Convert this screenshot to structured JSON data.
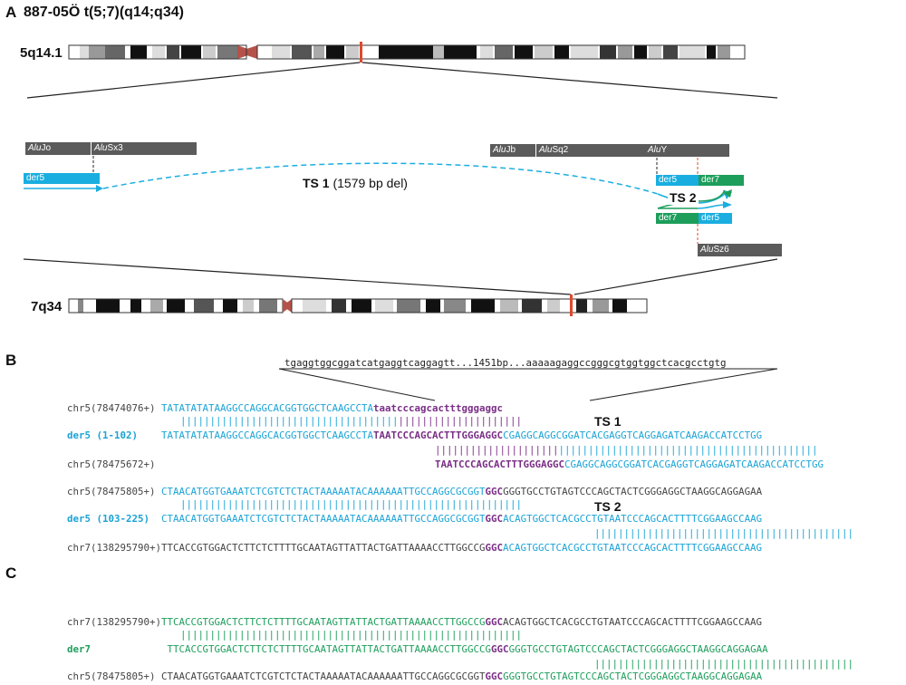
{
  "panelA": {
    "letter": "A",
    "title": "887-05Ö t(5;7)(q14;q34)",
    "chr5_label": "5q14.1",
    "chr7_label": "7q34",
    "alu": {
      "aluJo": {
        "italic": "Alu",
        "rest": "Jo"
      },
      "aluSx3": {
        "italic": "Alu",
        "rest": "Sx3"
      },
      "aluJb": {
        "italic": "Alu",
        "rest": "Jb"
      },
      "aluSq2": {
        "italic": "Alu",
        "rest": "Sq2"
      },
      "aluY": {
        "italic": "Alu",
        "rest": "Y"
      },
      "aluSz6": {
        "italic": "Alu",
        "rest": "Sz6"
      }
    },
    "der5_left": "der5",
    "der5_right_top": "der5",
    "der7_right_top": "der7",
    "der7_right_bottom": "der7",
    "der5_right_bottom": "der5",
    "ts1_bold": "TS 1",
    "ts1_rest": " (1579 bp del)",
    "ts2": "TS 2",
    "colors": {
      "der5": "#1aaee0",
      "der7": "#1d9e5b",
      "alu": "#5b5b5b",
      "breakpoint": "#e0492b",
      "centromere": "#b5524a"
    }
  },
  "panelB": {
    "letter": "B",
    "deleted_seq": "tgaggtggcggatcatgaggtcaggagtt...1451bp...aaaaagaggccgggcgtggtggctcacgcctgtg",
    "ts1": "TS 1",
    "ts2": "TS 2",
    "row1": {
      "label": "chr5(78474076+)",
      "blue": "TATATATATAAGGCCAGGCACGGTGGCTCAAGCCTA",
      "purple": "taatcccagcactttgggaggc"
    },
    "bars1a": "|||||||||||||||||||||||||||||||||||||",
    "bars1b": "|||||||||||||||||||||",
    "row2": {
      "label": "der5 (1-102)",
      "blue": "TATATATATAAGGCCAGGCACGGTGGCTCAAGCCTA",
      "purple": "TAATCCCAGCACTTTGGGAGGC",
      "blue2": "CGAGGCAGGCGGATCACGAGGTCAGGAGATCAAGACCATCCTGG"
    },
    "bars2a": "|||||||||||||||||||||",
    "bars2b": "||||||||||||||||||||||||||||||||||||||||||||",
    "row3": {
      "label": "chr5(78475672+)",
      "purple": "TAATCCCAGCACTTTGGGAGGC",
      "blue": "CGAGGCAGGCGGATCACGAGGTCAGGAGATCAAGACCATCCTGG"
    },
    "row4": {
      "label": "chr5(78475805+)",
      "blue": "CTAACATGGTGAAATCTCGTCTCTACTAAAAATACAAAAAATTGCCAGGCGCGGT",
      "purple": "GGC",
      "gray": "GGGTGCCTGTAGTCCCAGCTACTCGGGAGGCTAAGGCAGGAGAA"
    },
    "bars4": "||||||||||||||||||||||||||||||||||||||||||||||||||||||||||",
    "row5": {
      "label": "der5 (103-225)",
      "blue": "CTAACATGGTGAAATCTCGTCTCTACTAAAAATACAAAAAATTGCCAGGCGCGGT",
      "purple": "GGC",
      "blue2": "ACAGTGGCTCACGCCTGTAATCCCAGCACTTTTCGGAAGCCAAG"
    },
    "bars5": "||||||||||||||||||||||||||||||||||||||||||||",
    "row6": {
      "label": "chr7(138295790+)",
      "gray": "TTCACCGTGGACTCTTCTCTTTTGCAATAGTTATTACTGATTAAAACCTTGGCCG",
      "purple": "GGC",
      "blue": "ACAGTGGCTCACGCCTGTAATCCCAGCACTTTTCGGAAGCCAAG"
    }
  },
  "panelC": {
    "letter": "C",
    "row1": {
      "label": "chr7(138295790+)",
      "green": "TTCACCGTGGACTCTTCTCTTTTGCAATAGTTATTACTGATTAAAACCTTGGCCG",
      "purple": "GGC",
      "gray": "ACAGTGGCTCACGCCTGTAATCCCAGCACTTTTCGGAAGCCAAG"
    },
    "bars1": "||||||||||||||||||||||||||||||||||||||||||||||||||||||||||",
    "row2": {
      "label": "der7",
      "green": "TTCACCGTGGACTCTTCTCTTTTGCAATAGTTATTACTGATTAAAACCTTGGCCG",
      "purple": "GGC",
      "green2": "GGGTGCCTGTAGTCCCAGCTACTCGGGAGGCTAAGGCAGGAGAA"
    },
    "bars2": "||||||||||||||||||||||||||||||||||||||||||||",
    "row3": {
      "label": "chr5(78475805+)",
      "gray": "CTAACATGGTGAAATCTCGTCTCTACTAAAAATACAAAAAATTGCCAGGCGCGGT",
      "purple": "GGC",
      "green": "GGGTGCCTGTAGTCCCAGCTACTCGGGAGGCTAAGGCAGGAGAA"
    }
  }
}
